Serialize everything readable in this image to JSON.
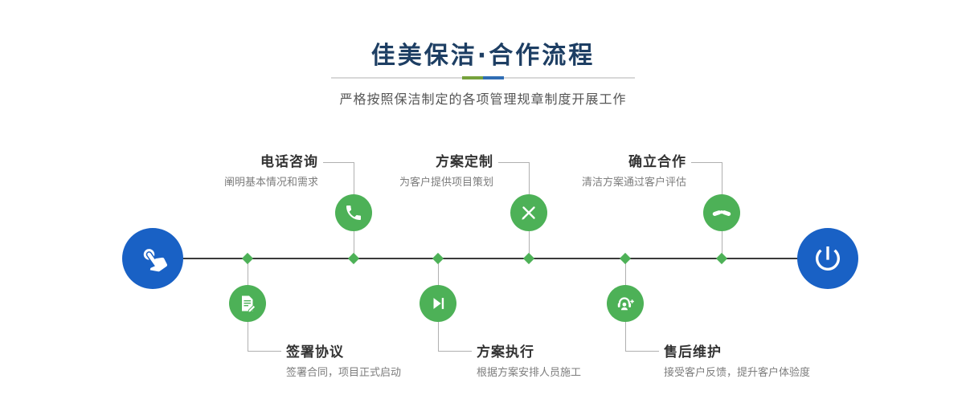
{
  "header": {
    "title": "佳美保洁·合作流程",
    "subtitle": "严格按照保洁制定的各项管理规章制度开展工作"
  },
  "colors": {
    "accent_green": "#4db157",
    "accent_blue": "#1961c5",
    "title_navy": "#1d3e63",
    "line_dark": "#3a3a3a"
  },
  "timeline": {
    "start_icon": "hand-pointer-icon",
    "end_icon": "power-icon",
    "top_steps": [
      {
        "label": "电话咨询",
        "desc": "阐明基本情况和需求",
        "icon": "phone-icon"
      },
      {
        "label": "方案定制",
        "desc": "为客户提供项目策划",
        "icon": "design-icon"
      },
      {
        "label": "确立合作",
        "desc": "清洁方案通过客户评估",
        "icon": "handshake-icon"
      }
    ],
    "bottom_steps": [
      {
        "label": "签署协议",
        "desc": "签署合同，项目正式启动",
        "icon": "contract-icon"
      },
      {
        "label": "方案执行",
        "desc": "根据方案安排人员施工",
        "icon": "execute-icon"
      },
      {
        "label": "售后维护",
        "desc": "接受客户反馈，提升客户体验度",
        "icon": "headset-icon"
      }
    ]
  }
}
